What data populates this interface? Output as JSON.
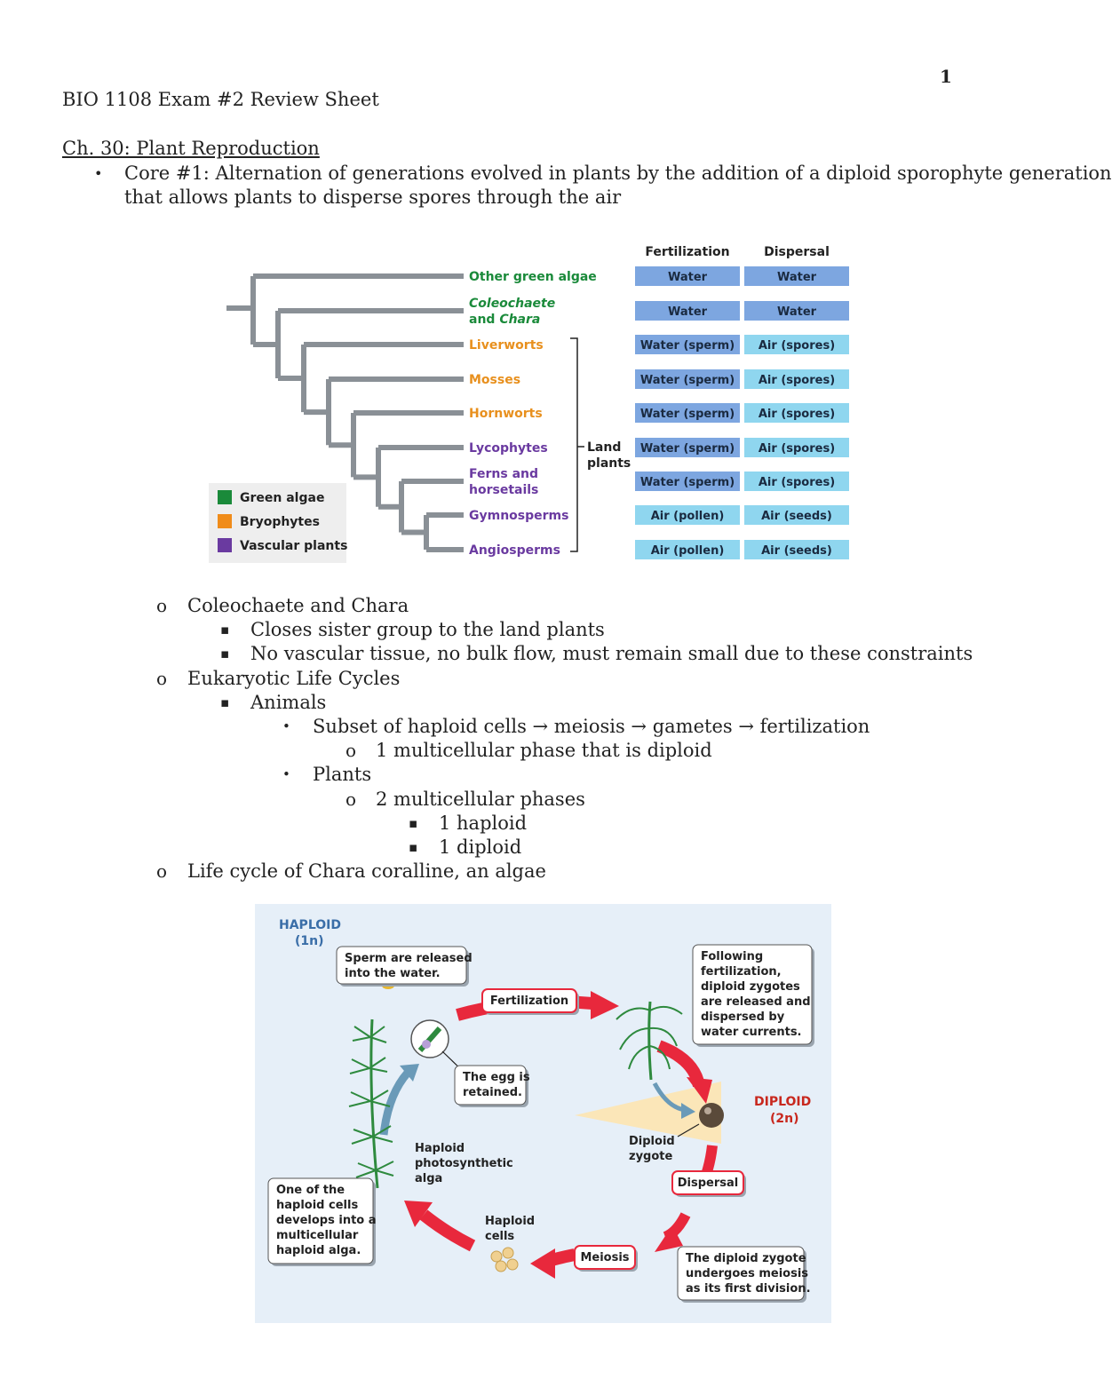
{
  "page_number": "1",
  "doc_title": "BIO 1108 Exam #2 Review Sheet",
  "section_heading": "Ch. 30: Plant Reproduction",
  "core_bullet": {
    "line1": "Core #1: Alternation of generations evolved in plants by the addition of a diploid sporophyte generation",
    "line2": "that allows plants to disperse spores through the air"
  },
  "phylogeny": {
    "col_fertilization": "Fertilization",
    "col_dispersal": "Dispersal",
    "taxa": [
      {
        "name": "Other green algae",
        "name2": "",
        "group": "green",
        "fertilization": "Water",
        "dispersal": "Water"
      },
      {
        "name": "Coleochaete",
        "name2": "and Chara",
        "group": "green",
        "fertilization": "Water",
        "dispersal": "Water"
      },
      {
        "name": "Liverworts",
        "name2": "",
        "group": "bryo",
        "fertilization": "Water (sperm)",
        "dispersal": "Air (spores)"
      },
      {
        "name": "Mosses",
        "name2": "",
        "group": "bryo",
        "fertilization": "Water (sperm)",
        "dispersal": "Air (spores)"
      },
      {
        "name": "Hornworts",
        "name2": "",
        "group": "bryo",
        "fertilization": "Water (sperm)",
        "dispersal": "Air (spores)"
      },
      {
        "name": "Lycophytes",
        "name2": "",
        "group": "vasc",
        "fertilization": "Water (sperm)",
        "dispersal": "Air (spores)"
      },
      {
        "name": "Ferns and",
        "name2": "horsetails",
        "group": "vasc",
        "fertilization": "Water (sperm)",
        "dispersal": "Air (spores)"
      },
      {
        "name": "Gymnosperms",
        "name2": "",
        "group": "vasc",
        "fertilization": "Air (pollen)",
        "dispersal": "Air (seeds)"
      },
      {
        "name": "Angiosperms",
        "name2": "",
        "group": "vasc",
        "fertilization": "Air (pollen)",
        "dispersal": "Air (seeds)"
      }
    ],
    "land_plants_line1": "Land",
    "land_plants_line2": "plants",
    "legend": [
      {
        "label": "Green algae",
        "color": "#1a8a3a"
      },
      {
        "label": "Bryophytes",
        "color": "#f08c1a"
      },
      {
        "label": "Vascular plants",
        "color": "#6a3aa0"
      }
    ],
    "colors": {
      "green": "#1a8a3a",
      "bryo": "#e8901e",
      "vasc": "#6a3aa0",
      "water_box": "#7da6e0",
      "air_box": "#8fd6ef",
      "branch": "#8a9096"
    }
  },
  "outline": [
    {
      "level": 1,
      "glyph": "o",
      "text": "Coleochaete and Chara"
    },
    {
      "level": 2,
      "glyph": "▪",
      "text": "Closes sister group to the land plants"
    },
    {
      "level": 2,
      "glyph": "▪",
      "text": "No vascular tissue, no bulk flow, must remain small due to these constraints"
    },
    {
      "level": 1,
      "glyph": "o",
      "text": "Eukaryotic Life Cycles"
    },
    {
      "level": 2,
      "glyph": "▪",
      "text": "Animals"
    },
    {
      "level": 3,
      "glyph": "•",
      "text": "Subset of haploid cells → meiosis → gametes → fertilization"
    },
    {
      "level": 4,
      "glyph": "o",
      "text": "1 multicellular phase that is diploid"
    },
    {
      "level": 3,
      "glyph": "•",
      "text": "Plants"
    },
    {
      "level": 4,
      "glyph": "o",
      "text": "2 multicellular phases"
    },
    {
      "level": 5,
      "glyph": "▪",
      "text": "1 haploid"
    },
    {
      "level": 5,
      "glyph": "▪",
      "text": "1 diploid"
    },
    {
      "level": 1,
      "glyph": "o",
      "text": "Life cycle of Chara coralline, an algae"
    }
  ],
  "lifecycle": {
    "haploid_label": "HAPLOID",
    "haploid_n": "(1n)",
    "diploid_label": "DIPLOID",
    "diploid_n": "(2n)",
    "sperm_box": [
      "Sperm are released",
      "into the water."
    ],
    "fertilization": "Fertilization",
    "following_box": [
      "Following",
      "fertilization,",
      "diploid zygotes",
      "are released and",
      "dispersed by",
      "water currents."
    ],
    "egg_box": [
      "The egg is",
      "retained."
    ],
    "haploid_alga": [
      "Haploid",
      "photosynthetic",
      "alga"
    ],
    "diploid_zygote": [
      "Diploid",
      "zygote"
    ],
    "dispersal": "Dispersal",
    "one_of_box": [
      "One of the",
      "haploid cells",
      "develops into a",
      "multicellular",
      "haploid alga."
    ],
    "haploid_cells": [
      "Haploid",
      "cells"
    ],
    "meiosis": "Meiosis",
    "zygote_box": [
      "The diploid zygote",
      "undergoes meiosis",
      "as its first division."
    ],
    "colors": {
      "bg": "#e6eff8",
      "arrow_red": "#e8283c",
      "arrow_blue": "#6a9ab8",
      "diploid": "#c8281e",
      "heading": "#3a6ea8",
      "plant": "#2e8a3e"
    }
  }
}
